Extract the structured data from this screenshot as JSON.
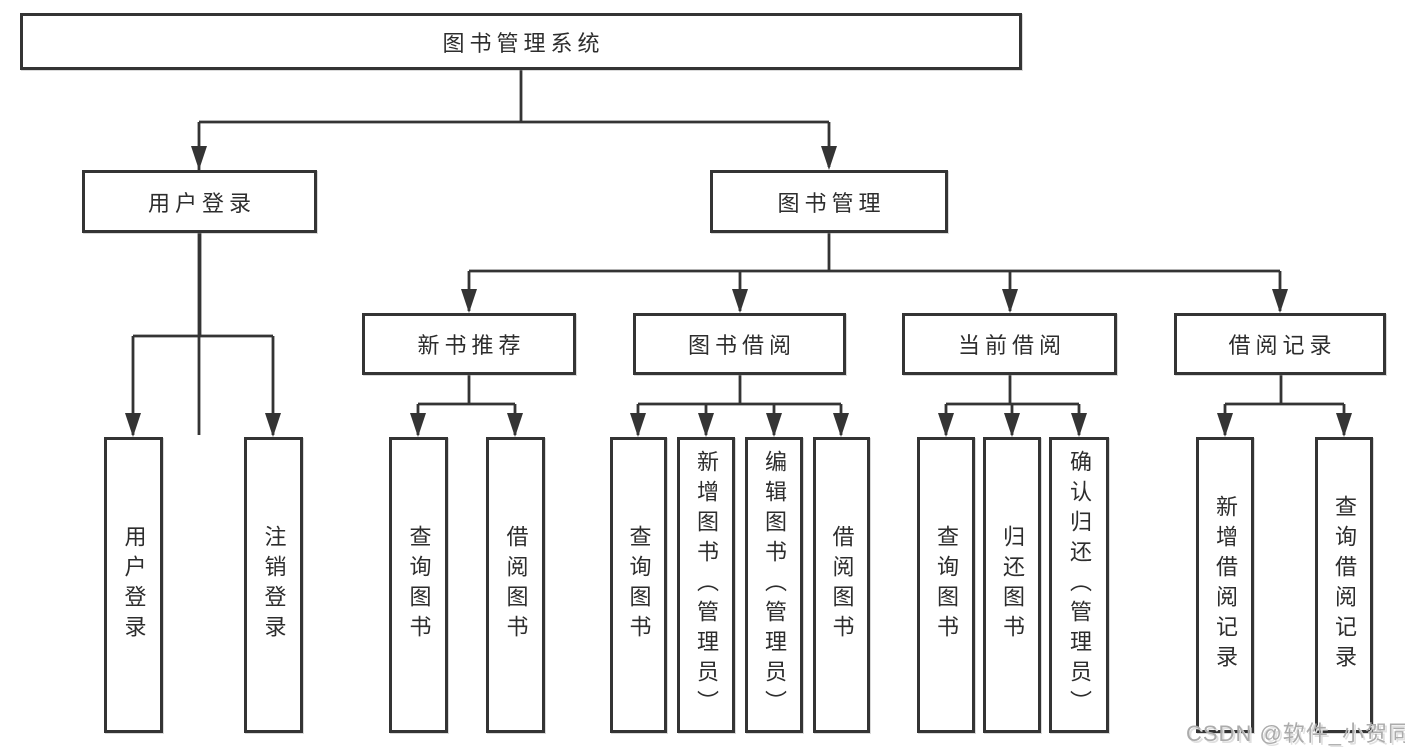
{
  "tree": {
    "root": {
      "label": "图书管理系统",
      "children": [
        {
          "label": "用户登录",
          "children": [
            {
              "label": "用户登录"
            },
            {
              "label": "注销登录"
            }
          ]
        },
        {
          "label": "图书管理",
          "children": [
            {
              "label": "新书推荐",
              "children": [
                {
                  "label": "查询图书"
                },
                {
                  "label": "借阅图书"
                }
              ]
            },
            {
              "label": "图书借阅",
              "children": [
                {
                  "label": "查询图书"
                },
                {
                  "label": "新增图书（管理员）"
                },
                {
                  "label": "编辑图书（管理员）"
                },
                {
                  "label": "借阅图书"
                }
              ]
            },
            {
              "label": "当前借阅",
              "children": [
                {
                  "label": "查询图书"
                },
                {
                  "label": "归还图书"
                },
                {
                  "label": "确认归还（管理员）"
                }
              ]
            },
            {
              "label": "借阅记录",
              "children": [
                {
                  "label": "新增借阅记录"
                },
                {
                  "label": "查询借阅记录"
                }
              ]
            }
          ]
        }
      ]
    }
  },
  "watermark": {
    "text": "CSDN @软件_小贺同学"
  },
  "colors": {
    "line": "#343434",
    "text": "#2d2d2d",
    "watermark": "#ababab",
    "background": "#ffffff"
  }
}
